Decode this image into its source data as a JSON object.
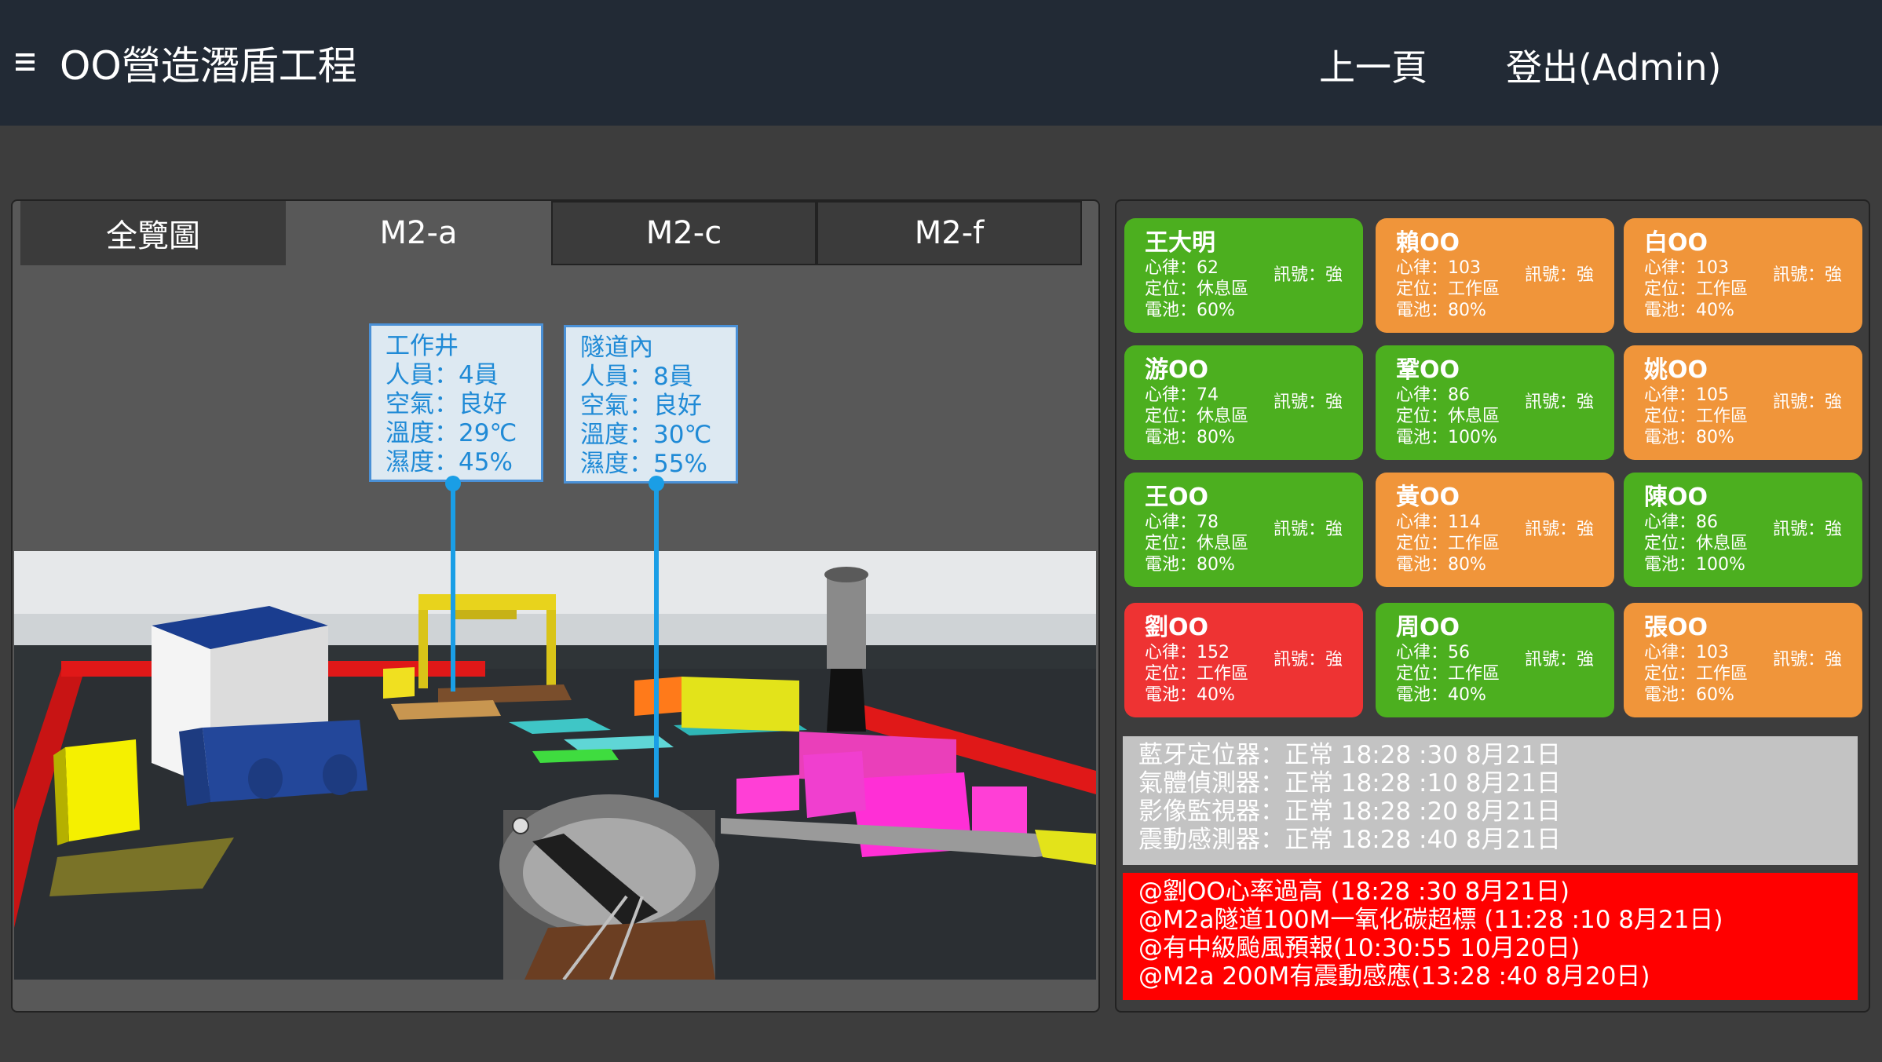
{
  "header": {
    "title": "OO營造潛盾工程",
    "back_label": "上一頁",
    "logout_label": "登出(Admin)",
    "menu_icon": "hamburger-menu-icon"
  },
  "tabs": [
    {
      "label": "全覽圖"
    },
    {
      "label": "M2-a",
      "active": true
    },
    {
      "label": "M2-c"
    },
    {
      "label": "M2-f"
    }
  ],
  "info_boxes": [
    {
      "lines": [
        "工作井",
        "人員：4員",
        "空氣：良好",
        "溫度：29℃",
        "濕度：45%"
      ]
    },
    {
      "lines": [
        "隧道內",
        "人員：8員",
        "空氣：良好",
        "溫度：30℃",
        "濕度：55%"
      ]
    }
  ],
  "workers": [
    {
      "name": "王大明",
      "heart": "心律：62",
      "location": "定位：休息區",
      "battery": "電池：60%",
      "signal": "訊號：強",
      "color": "#4caf1f"
    },
    {
      "name": "賴OO",
      "heart": "心律：103",
      "location": "定位：工作區",
      "battery": "電池：80%",
      "signal": "訊號：強",
      "color": "#f0953a"
    },
    {
      "name": "白OO",
      "heart": "心律：103",
      "location": "定位：工作區",
      "battery": "電池：40%",
      "signal": "訊號：強",
      "color": "#f0953a"
    },
    {
      "name": "游OO",
      "heart": "心律：74",
      "location": "定位：休息區",
      "battery": "電池：80%",
      "signal": "訊號：強",
      "color": "#4caf1f"
    },
    {
      "name": "鞏OO",
      "heart": "心律：86",
      "location": "定位：休息區",
      "battery": "電池：100%",
      "signal": "訊號：強",
      "color": "#4caf1f"
    },
    {
      "name": "姚OO",
      "heart": "心律：105",
      "location": "定位：工作區",
      "battery": "電池：80%",
      "signal": "訊號：強",
      "color": "#f0953a"
    },
    {
      "name": "王OO",
      "heart": "心律：78",
      "location": "定位：休息區",
      "battery": "電池：80%",
      "signal": "訊號：強",
      "color": "#4caf1f"
    },
    {
      "name": "黃OO",
      "heart": "心律：114",
      "location": "定位：工作區",
      "battery": "電池：80%",
      "signal": "訊號：強",
      "color": "#f0953a"
    },
    {
      "name": "陳OO",
      "heart": "心律：86",
      "location": "定位：休息區",
      "battery": "電池：100%",
      "signal": "訊號：強",
      "color": "#4caf1f"
    },
    {
      "name": "劉OO",
      "heart": "心律：152",
      "location": "定位：工作區",
      "battery": "電池：40%",
      "signal": "訊號：強",
      "color": "#ee3333"
    },
    {
      "name": "周OO",
      "heart": "心律：56",
      "location": "定位：工作區",
      "battery": "電池：40%",
      "signal": "訊號：強",
      "color": "#4caf1f"
    },
    {
      "name": "張OO",
      "heart": "心律：103",
      "location": "定位：工作區",
      "battery": "電池：60%",
      "signal": "訊號：強",
      "color": "#f0953a"
    }
  ],
  "device_status": [
    "藍牙定位器：正常  18:28 :30 8月21日",
    "氣體偵測器：正常  18:28 :10 8月21日",
    "影像監視器：正常  18:28 :20 8月21日",
    "震動感測器：正常  18:28 :40 8月21日"
  ],
  "alerts": [
    "@劉OO心率過高 (18:28 :30 8月21日)",
    "@M2a隧道100M一氧化碳超標 (11:28 :10 8月21日)",
    "@有中級颱風預報(10:30:55 10月20日)",
    "@M2a 200M有震動感應(13:28 :40 8月20日)"
  ]
}
